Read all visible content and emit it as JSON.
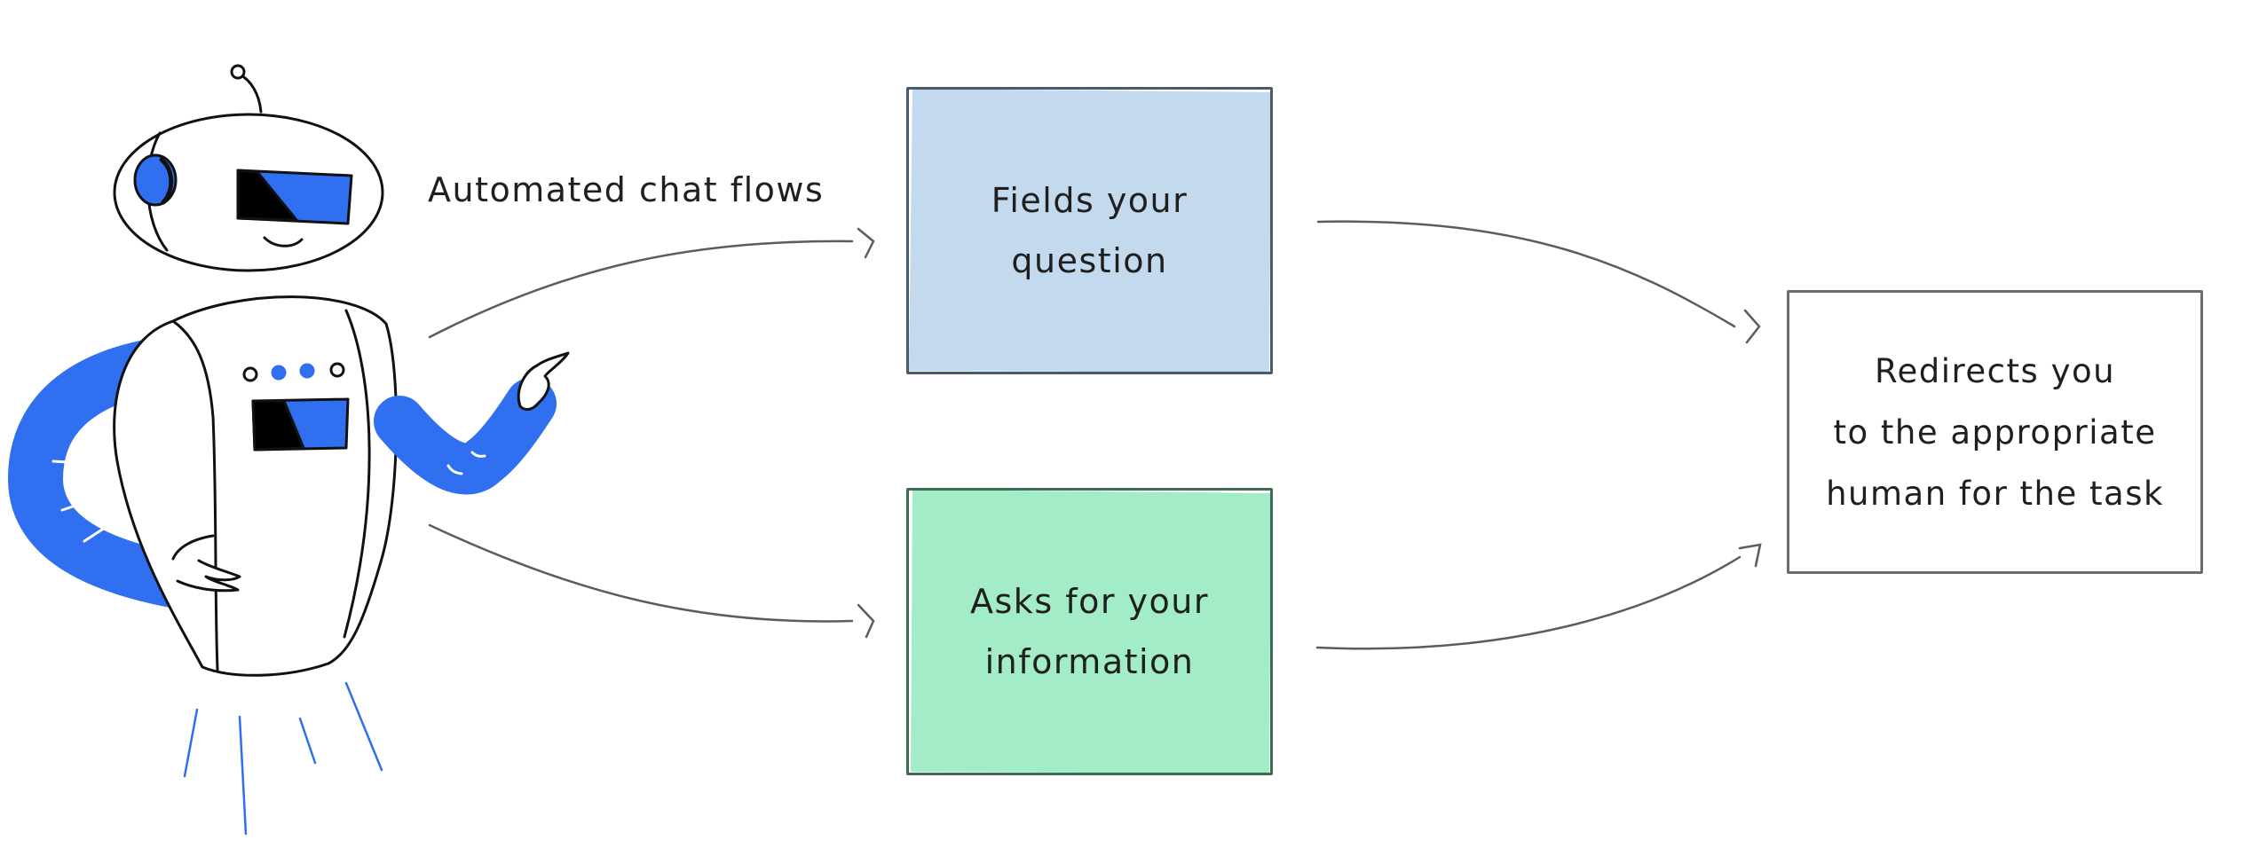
{
  "label": {
    "automated": "Automated chat flows"
  },
  "boxes": {
    "fields": {
      "line1": "Fields your",
      "line2": "question"
    },
    "asks": {
      "line1": "Asks for your",
      "line2": "information"
    },
    "redirect": {
      "line1": "Redirects you",
      "line2": "to the appropriate",
      "line3": "human for the task"
    }
  },
  "colors": {
    "fields_fill": "#c3d9ee",
    "asks_fill": "#a2ecc7",
    "robot_accent": "#2f6ff0",
    "arrow": "#5c5c5c"
  },
  "icons": {
    "mascot": "robot-icon"
  }
}
